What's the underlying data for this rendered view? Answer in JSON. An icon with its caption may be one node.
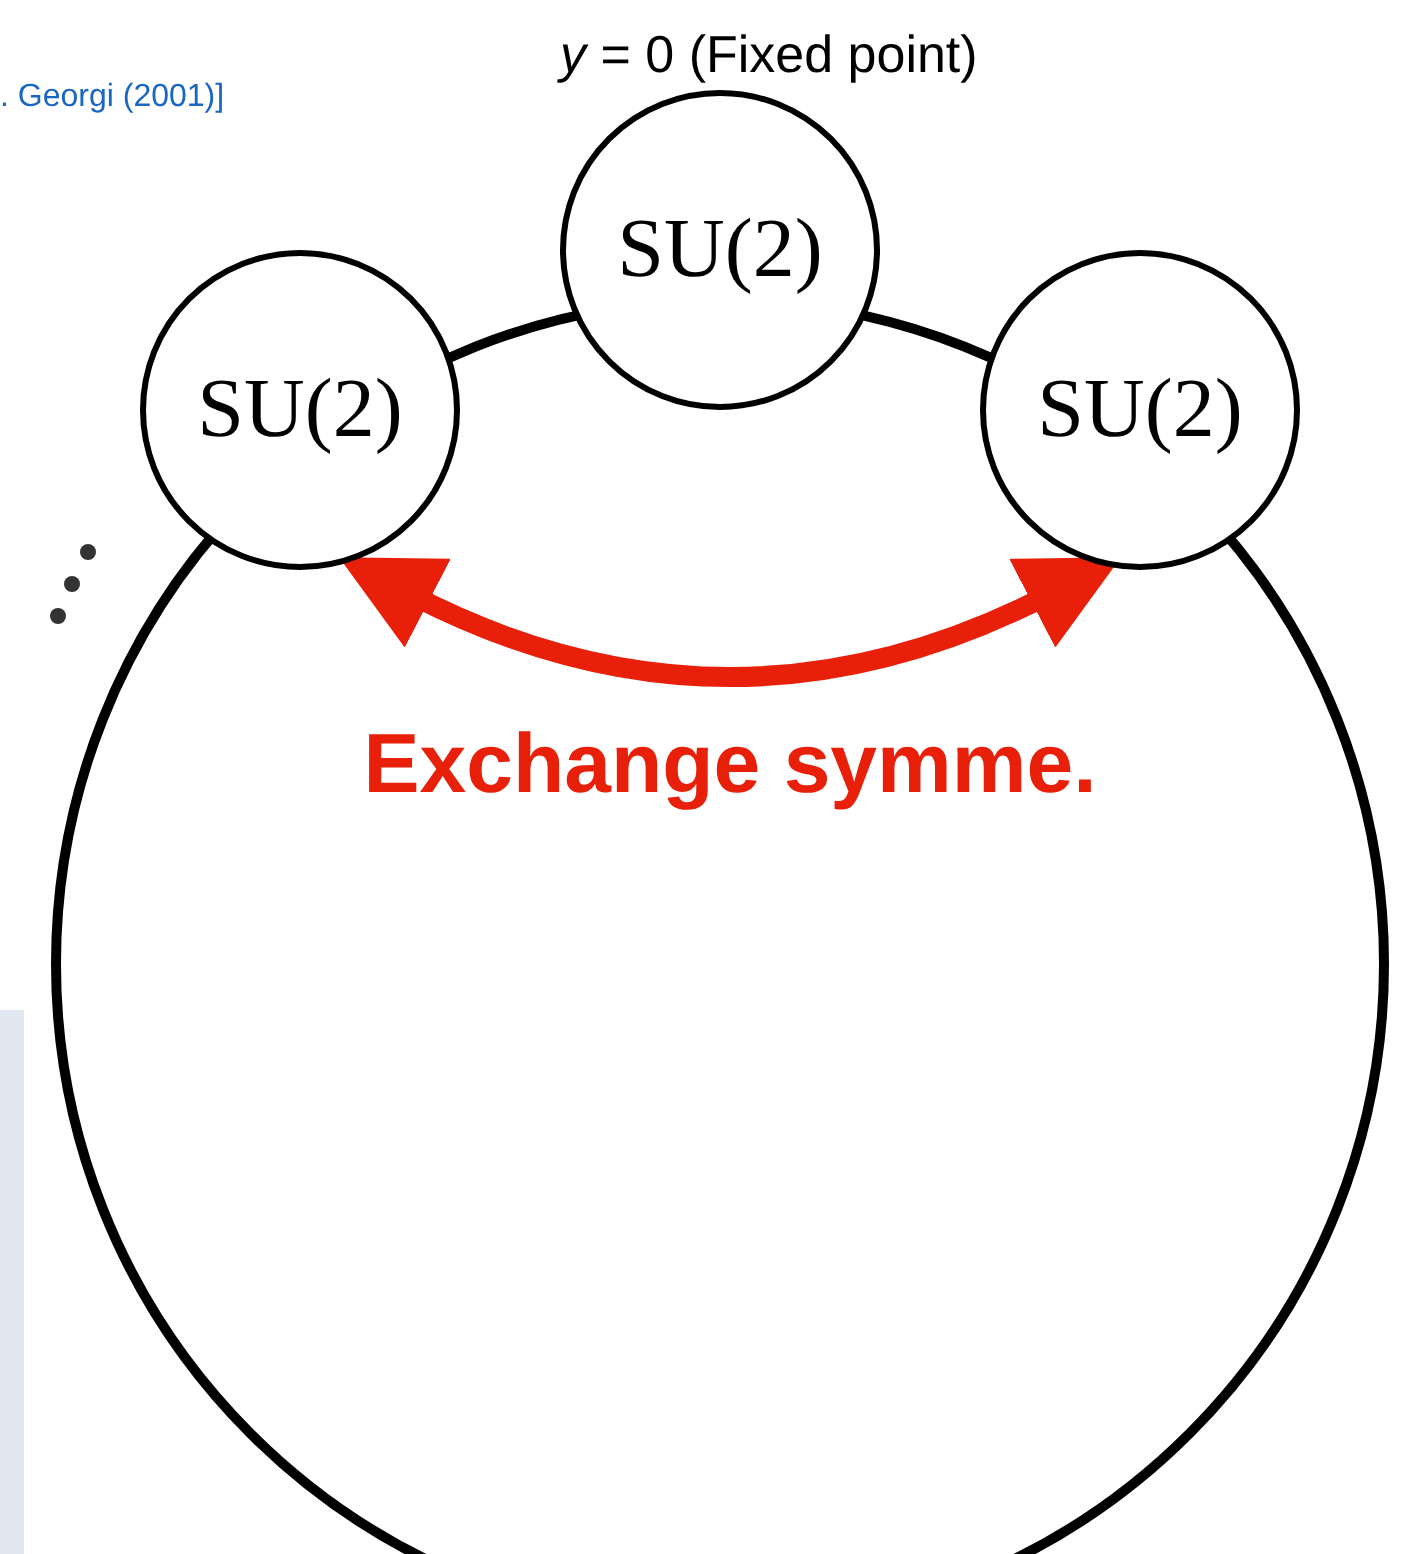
{
  "diagram": {
    "nodes": [
      {
        "text": [
          "SU(2)"
        ]
      },
      {
        "text": [
          "SU(2)"
        ],
        "beside": [
          "*y* = 0 (Fixed point)"
        ]
      },
      {
        "text": [
          "SU(2)"
        ]
      }
    ],
    "edges": [
      {
        "from": 0,
        "to": 2,
        "arrow": "both",
        "label": "Exchange symme.",
        "color": "#e8200a"
      }
    ],
    "labels": [
      ". Georgi (2001)]"
    ]
  }
}
